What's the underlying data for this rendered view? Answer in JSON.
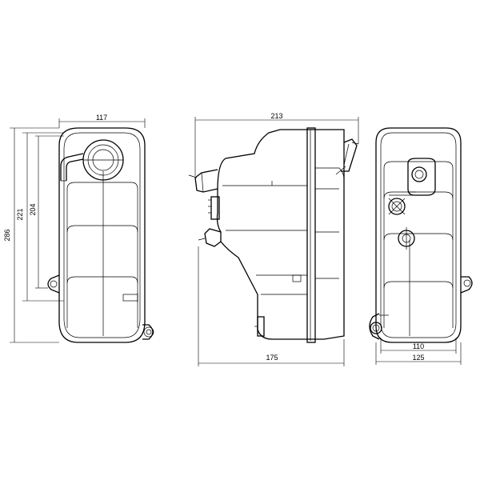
{
  "dimensions": {
    "front_width": "117",
    "front_height_outer": "286",
    "front_height_mid": "221",
    "front_height_inner": "204",
    "side_top_width": "213",
    "side_bottom_width": "175",
    "back_inner_width": "110",
    "back_outer_width": "125"
  }
}
